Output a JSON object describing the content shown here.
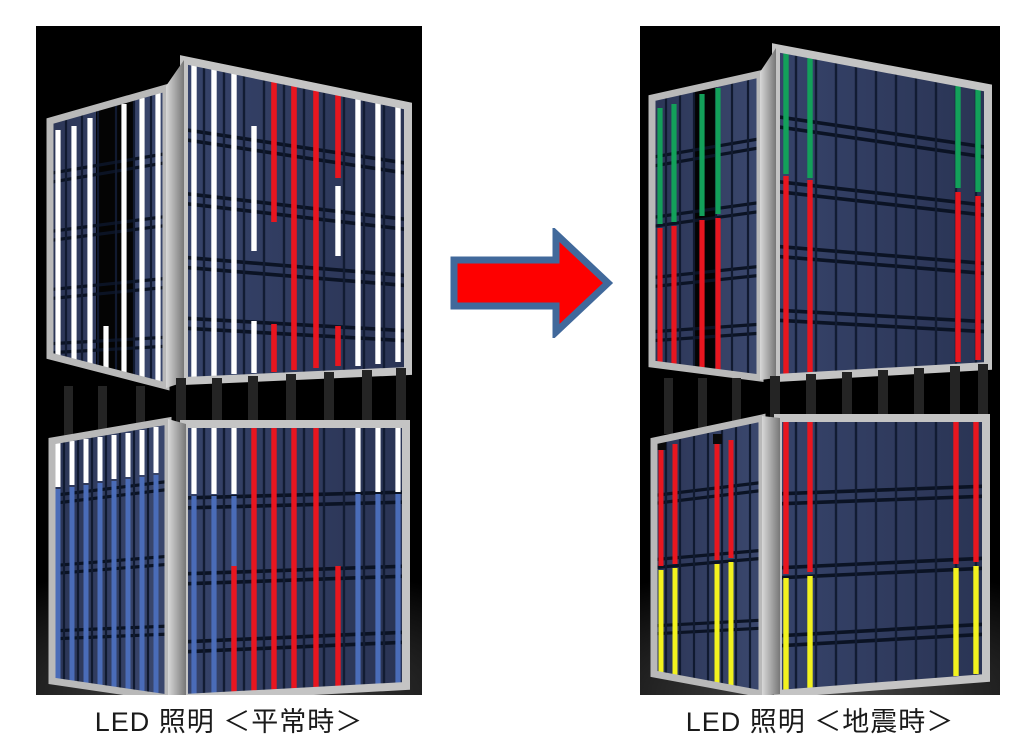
{
  "figure": {
    "title": "LED lighting building comparison",
    "background_color": "#ffffff"
  },
  "panels": [
    {
      "id": "normal",
      "caption": "LED 照明 ＜平常時＞",
      "background_color": "#000000",
      "description": "Building facade with white LED strips and red accent strips during normal operation"
    },
    {
      "id": "earthquake",
      "caption": "LED 照明 ＜地震時＞",
      "background_color": "#000000",
      "description": "Building facade with green, red and yellow LED strips during an earthquake"
    }
  ],
  "arrow": {
    "name": "transition-arrow",
    "direction": "right",
    "fill_color": "#fe0000",
    "stroke_color": "#41699b"
  },
  "colors": {
    "glass_dark": "#27304e",
    "glass_mid": "#333f63",
    "glass_light": "#3c4a72",
    "frame_light": "#c9c9c9",
    "frame_mid": "#9a9a9a",
    "frame_dark": "#6e6e6e",
    "mullion": "#0d1426",
    "led_white": "#ffffff",
    "led_red": "#e8161f",
    "led_green": "#13a05a",
    "led_yellow": "#f2f21e",
    "led_blue": "#4a6cb8",
    "pillar": "#1d1d1d"
  },
  "left_building": {
    "upper_block": {
      "floors": 5,
      "front_face_columns": 11,
      "side_face_columns": 7,
      "led_colors_front": [
        "white",
        "white",
        "white",
        "white",
        "red",
        "red",
        "red",
        "red",
        "white",
        "white",
        "white"
      ],
      "led_colors_side": [
        "white",
        "white",
        "white",
        "white",
        "white",
        "white",
        "white"
      ],
      "has_notch": true
    },
    "lower_block": {
      "floors": 4,
      "front_face_columns": 11,
      "side_face_columns": 8,
      "top_row_color": "white",
      "body_color": "blue",
      "red_columns_front": [
        4,
        5,
        6,
        7,
        8
      ]
    }
  },
  "right_building": {
    "upper_block": {
      "floors": 5,
      "front_face_columns": 11,
      "side_face_columns": 7,
      "top_half_color": "green",
      "bottom_half_color": "red",
      "lit_columns_front": [
        1,
        2,
        9,
        10
      ],
      "lit_columns_side": [
        1,
        2,
        4,
        5
      ]
    },
    "lower_block": {
      "floors": 4,
      "front_face_columns": 11,
      "side_face_columns": 8,
      "top_half_color": "red",
      "bottom_half_color": "yellow",
      "lit_columns_front": [
        1,
        2,
        9,
        10
      ],
      "lit_columns_side": [
        1,
        2,
        5,
        6
      ]
    }
  }
}
